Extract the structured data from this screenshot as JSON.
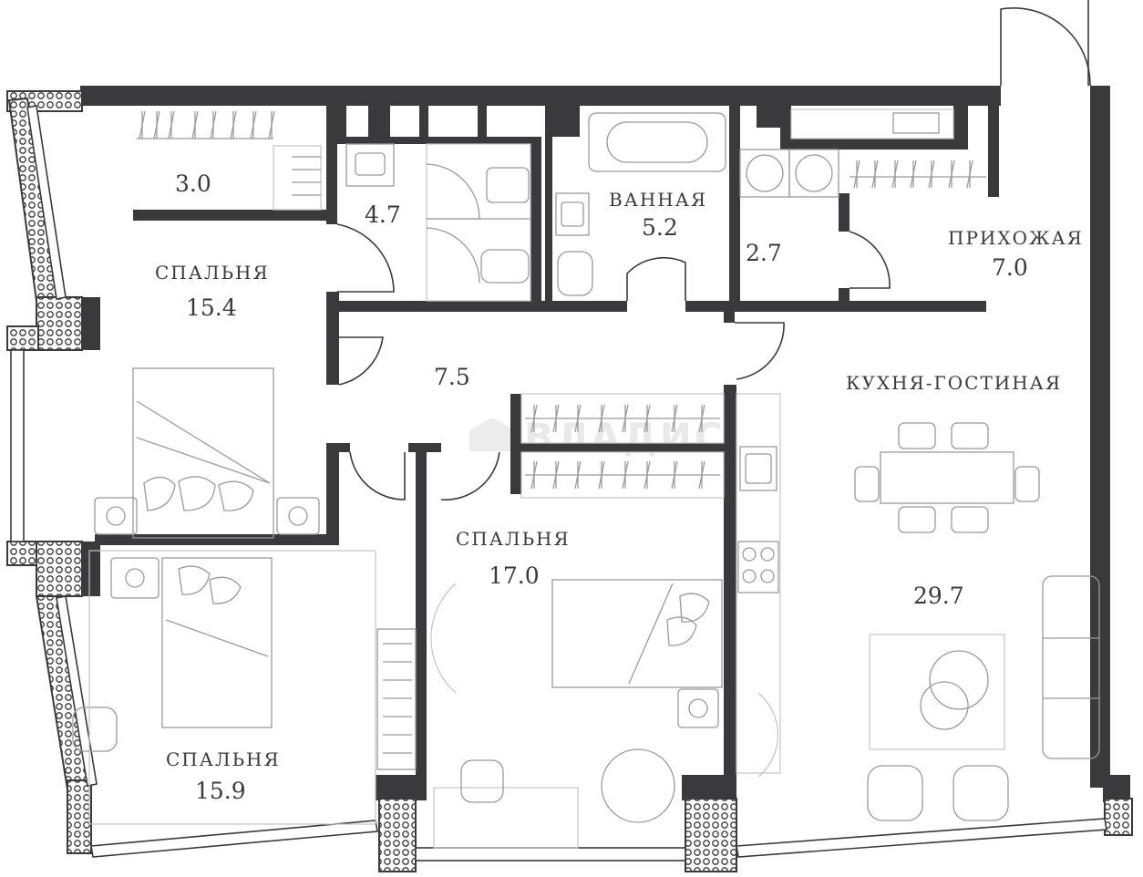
{
  "plan": {
    "watermark": "ВЛАДИС",
    "rooms": [
      {
        "id": "wardrobe",
        "name": "",
        "area": "3.0"
      },
      {
        "id": "wc",
        "name": "",
        "area": "4.7"
      },
      {
        "id": "bath",
        "name": "ВАННАЯ",
        "area": "5.2"
      },
      {
        "id": "laundry",
        "name": "",
        "area": "2.7"
      },
      {
        "id": "hall",
        "name": "ПРИХОЖАЯ",
        "area": "7.0"
      },
      {
        "id": "bedroom1",
        "name": "СПАЛЬНЯ",
        "area": "15.4"
      },
      {
        "id": "corridor",
        "name": "",
        "area": "7.5"
      },
      {
        "id": "kitchen",
        "name": "КУХНЯ-ГОСТИНАЯ",
        "area": "29.7"
      },
      {
        "id": "bedroom2",
        "name": "СПАЛЬНЯ",
        "area": "17.0"
      },
      {
        "id": "bedroom3",
        "name": "СПАЛЬНЯ",
        "area": "15.9"
      }
    ],
    "colors": {
      "wall": "#3a3a3c",
      "furniture": "#9a9a9c",
      "background": "#ffffff"
    }
  }
}
